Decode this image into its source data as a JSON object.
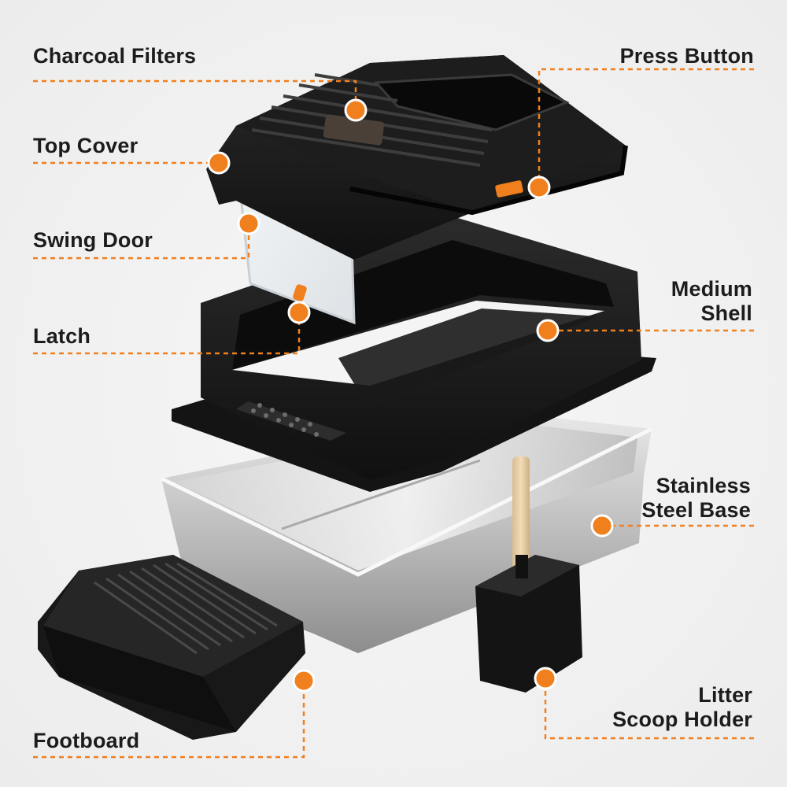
{
  "labels": {
    "charcoal_filters": "Charcoal Filters",
    "press_button": "Press Button",
    "top_cover": "Top Cover",
    "swing_door": "Swing Door",
    "latch": "Latch",
    "medium_shell": [
      "Medium",
      "Shell"
    ],
    "stainless_steel_base": [
      "Stainless",
      "Steel Base"
    ],
    "litter_scoop_holder": [
      "Litter",
      "Scoop Holder"
    ],
    "footboard": "Footboard"
  },
  "colors": {
    "accent": "#f07f1d",
    "plastic": "#1b1b1b",
    "steel": "#c9c9c9",
    "background": "#efefef",
    "text": "#1c1c1c"
  }
}
